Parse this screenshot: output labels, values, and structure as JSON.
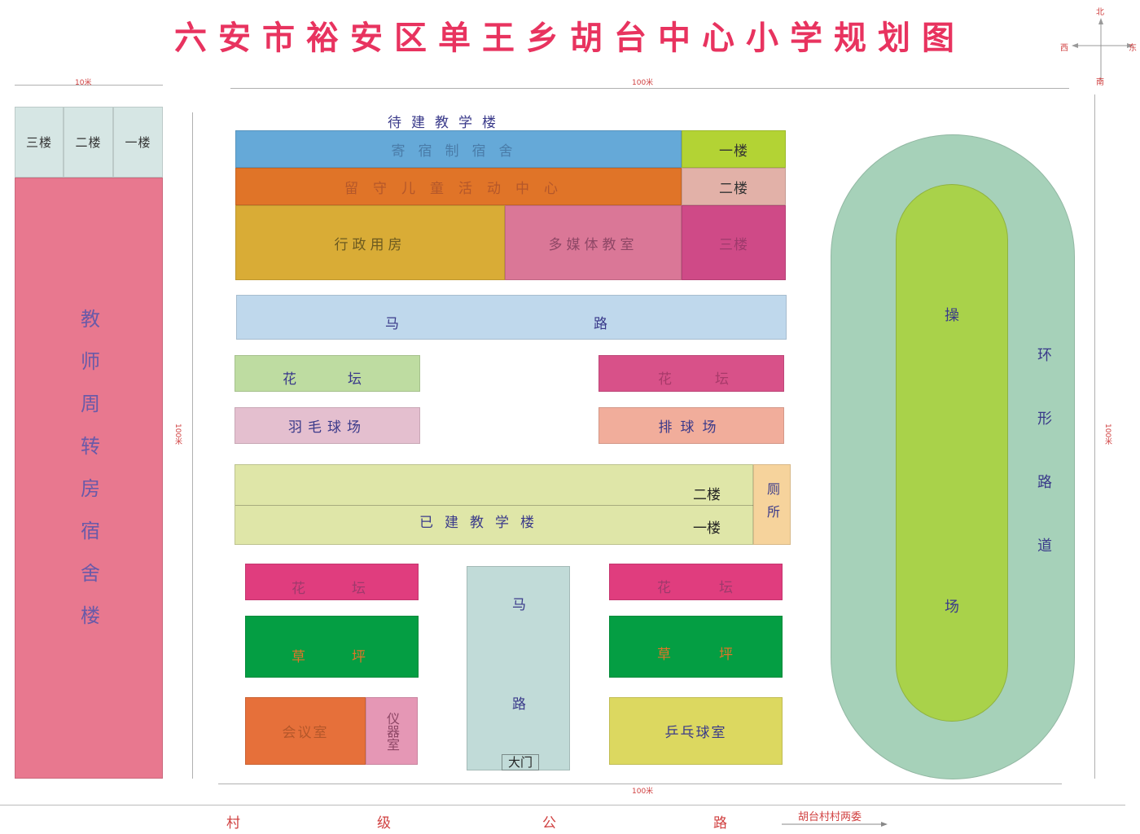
{
  "title": "六安市裕安区单王乡胡台中心小学规划图",
  "compass": {
    "north": "北",
    "south": "南",
    "east": "东",
    "west": "西"
  },
  "dimensions": {
    "dorm_width": "10米",
    "campus_width_top": "100米",
    "campus_width_bottom": "100米",
    "height_left": "100米",
    "height_right": "100米"
  },
  "dorm": {
    "floors": [
      "三楼",
      "二楼",
      "一楼"
    ],
    "label": "教师周转房宿舍楼"
  },
  "planned": {
    "label": "待建教学楼",
    "boarding": "寄宿制宿舍",
    "left_behind": "留守儿童活动中心",
    "admin": "行政用房",
    "multimedia": "多媒体教室",
    "floor1": "一楼",
    "floor2": "二楼",
    "floor3": "三楼"
  },
  "road_horizontal": {
    "left": "马",
    "right": "路"
  },
  "flowerbed_top_left": {
    "left": "花",
    "right": "坛"
  },
  "flowerbed_top_right": {
    "left": "花",
    "right": "坛"
  },
  "badminton": "羽毛球场",
  "volleyball": "排球场",
  "existing": {
    "label": "已建教学楼",
    "floor2": "二楼",
    "floor1": "一楼",
    "toilet": "厕所"
  },
  "flowerbed_bottom_left": {
    "left": "花",
    "right": "坛"
  },
  "flowerbed_bottom_right": {
    "left": "花",
    "right": "坛"
  },
  "lawn_left": {
    "left": "草",
    "right": "坪"
  },
  "lawn_right": {
    "left": "草",
    "right": "坪"
  },
  "meeting_room": "会议室",
  "instrument_room": "仪器室",
  "road_vertical": {
    "top": "马",
    "bottom": "路"
  },
  "gate": "大门",
  "pingpong": "乒乓球室",
  "track": {
    "field_top": "操",
    "field_bottom": "场",
    "ring": [
      "环",
      "形",
      "路",
      "道"
    ]
  },
  "village_road": [
    "村",
    "级",
    "公",
    "路"
  ],
  "village_committee": "胡台村村两委",
  "colors": {
    "title": "#e8335f",
    "dorm_body": "#e8788f",
    "dorm_floor": "#d6e6e4",
    "boarding": "#65a9d8",
    "left_behind": "#e07428",
    "admin": "#d9ac36",
    "multimedia": "#da7797",
    "floor1": "#b3d334",
    "floor2": "#e2b1a8",
    "floor3": "#cf4a87",
    "road": "#bfd8ec",
    "flower_green": "#bedca1",
    "flower_pink": "#d85189",
    "badminton": "#e4bfcf",
    "volleyball": "#f1ad9b",
    "existing": "#dfe6a8",
    "toilet": "#f6d39c",
    "flower_magenta": "#e03d7e",
    "lawn": "#049e43",
    "meeting": "#e6703a",
    "instrument": "#e597b5",
    "vroad": "#c1dbd8",
    "pingpong": "#dcd860",
    "track_outer": "#a6d1b9",
    "track_inner": "#a9d24a"
  }
}
